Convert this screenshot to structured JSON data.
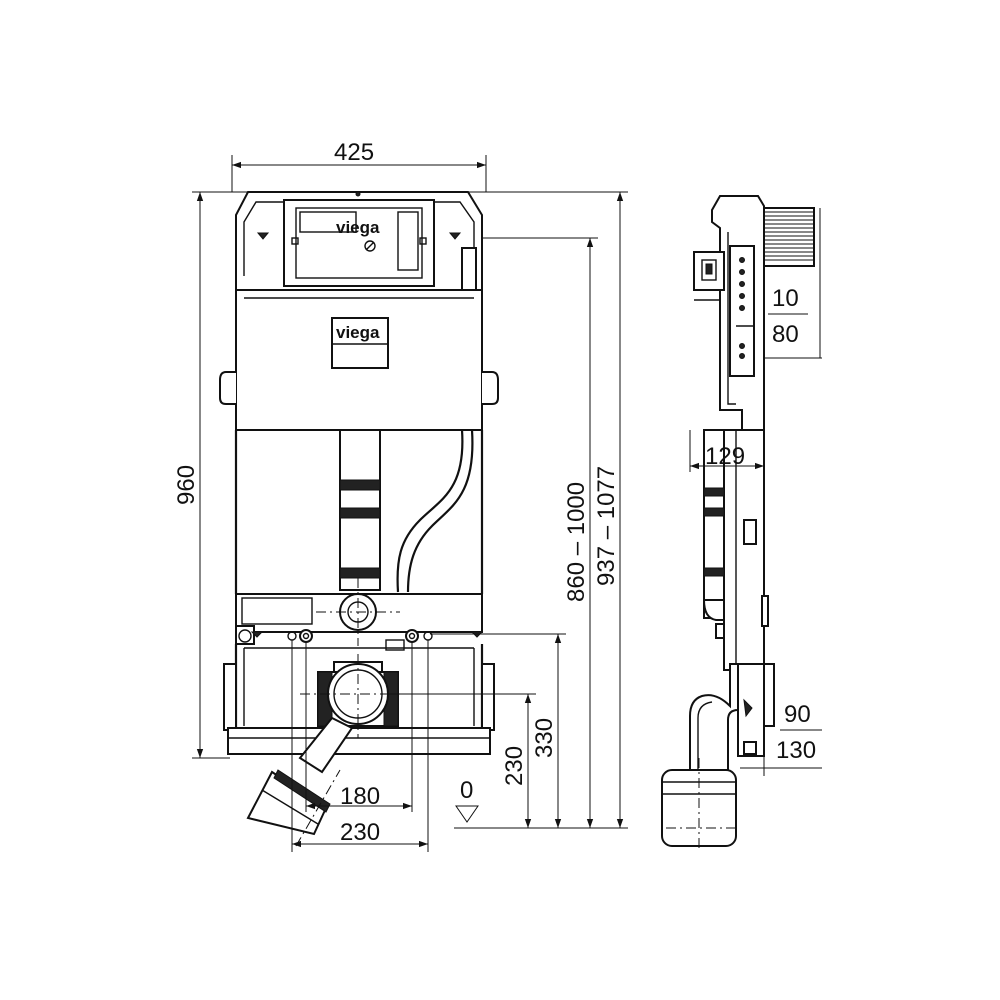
{
  "brand": "viega",
  "dimensions": {
    "width": "425",
    "height": "960",
    "flush_height": "860 – 1000",
    "frame_height": "937 – 1077",
    "drain_height": "230",
    "outlet_height": "330",
    "fixing_spacing_small": "180",
    "fixing_spacing_large": "230",
    "zero_level": "0",
    "depth": "129",
    "wall_offset_top": "10",
    "wall_offset_bottom": "80",
    "pipe_offset_top": "90",
    "pipe_offset_bottom": "130"
  }
}
